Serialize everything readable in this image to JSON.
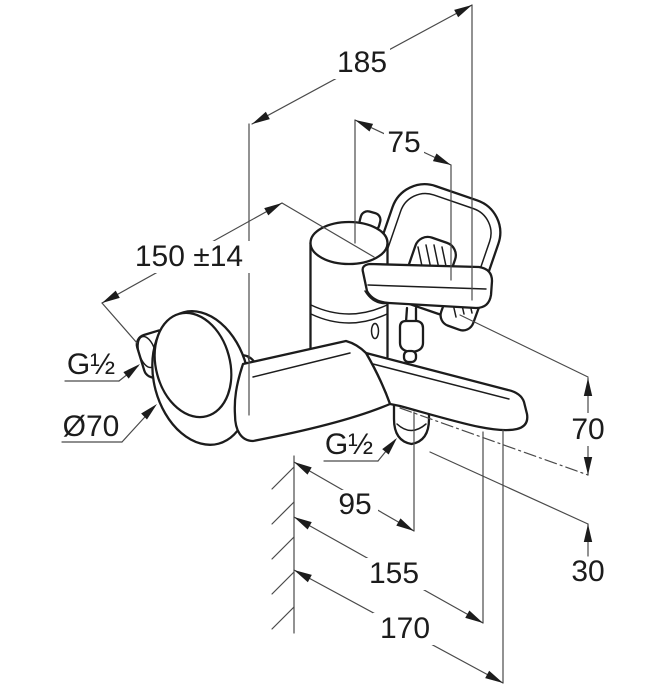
{
  "drawing": {
    "subject": "wall-mounted single-lever bath and shower mixer, isometric dimension drawing",
    "dims": {
      "total_width": "185",
      "handle_span": "75",
      "pipe_centers": "150 ±14",
      "drop_to_spout": "70",
      "spout_end_drop": "30",
      "shower_outlet_reach": "95",
      "spout_outlet_reach": "155",
      "spout_tip_reach": "170"
    },
    "labels": {
      "wall_thread": "G½",
      "shower_thread": "G½",
      "escutcheon_diameter": "Ø70"
    },
    "colors": {
      "outline": "#1c1c1c",
      "dimension_line": "#4a4a4a",
      "background": "#ffffff"
    }
  }
}
